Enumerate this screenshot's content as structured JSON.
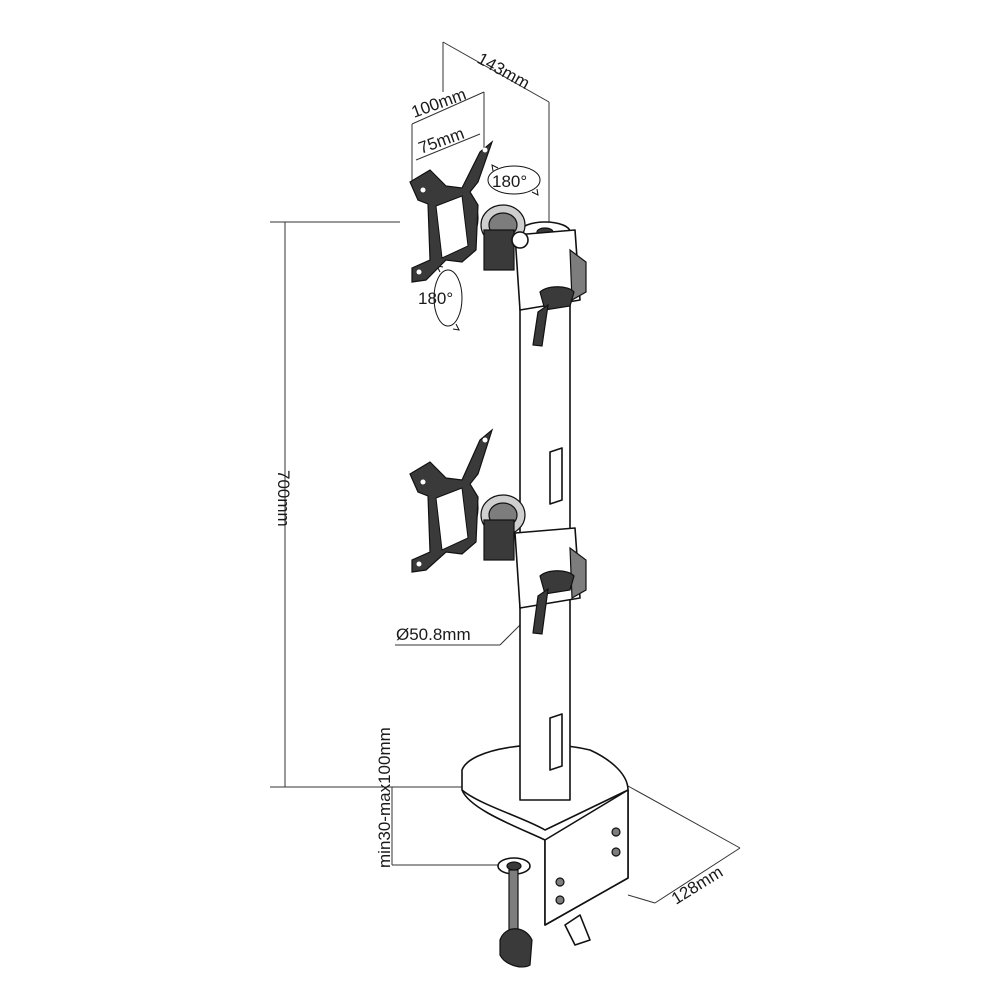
{
  "dimensions": {
    "top_offset": "143mm",
    "vesa_large": "100mm",
    "vesa_small": "75mm",
    "rotation_top": "180°",
    "rotation_side": "180°",
    "pole_height": "700mm",
    "pole_diameter": "Ø50.8mm",
    "clamp_range": "min30-max100mm",
    "base_depth": "128mm"
  }
}
